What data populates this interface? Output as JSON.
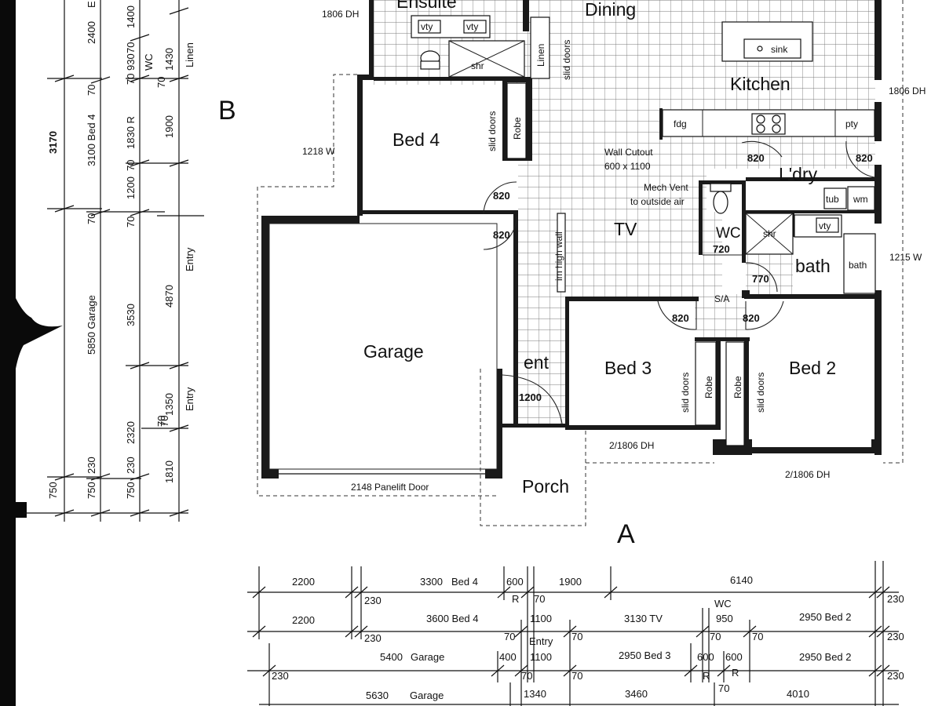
{
  "rooms": {
    "ensuite": "Ensuite",
    "dining": "Dining",
    "kitchen": "Kitchen",
    "bed4": "Bed 4",
    "garage": "Garage",
    "tv": "TV",
    "ldry": "L'dry",
    "wc": "WC",
    "bath": "bath",
    "bed3": "Bed 3",
    "bed2": "Bed 2",
    "ent": "ent",
    "porch": "Porch"
  },
  "section_markers": {
    "a": "A",
    "b": "B"
  },
  "fixtures": {
    "vty": "vty",
    "shr": "shr",
    "linen": "Linen",
    "slid_doors": "slid doors",
    "robe": "Robe",
    "sink": "sink",
    "fdg": "fdg",
    "pty": "pty",
    "tub": "tub",
    "wm": "wm",
    "bath_tub": "bath",
    "sa": "S/A"
  },
  "notes": {
    "wall_cutout_1": "Wall Cutout",
    "wall_cutout_2": "600 x 1100",
    "mech_vent_1": "Mech Vent",
    "mech_vent_2": "to outside air",
    "im_high_wall": "im high wall",
    "panelift": "2148 Panelift Door"
  },
  "windows": {
    "w1806_top": "1806 DH",
    "w1218": "1218 W",
    "w1806_right": "1806 DH",
    "w1215": "1215 W",
    "w2_1806_a": "2/1806 DH",
    "w2_1806_b": "2/1806 DH"
  },
  "doors": {
    "d820_a": "820",
    "d820_b": "820",
    "d820_c": "820",
    "d820_d": "820",
    "d820_e": "820",
    "d820_f": "820",
    "d720": "720",
    "d770": "770",
    "d1200": "1200"
  },
  "dims_left": {
    "c1": {
      "d2400": "2400",
      "e": "E",
      "d3170": "3170",
      "d3100": "3100 Bed 4",
      "d5850": "5850 Garage",
      "d750": "750"
    },
    "c2": {
      "d70a": "70",
      "d70b": "70",
      "d1830": "1830 R",
      "d70c": "70",
      "d3530": "3530",
      "d230": "230",
      "d750": "750",
      "d70d": "70"
    },
    "c3": {
      "d1400": "1400",
      "d930": "930",
      "d70a": "70",
      "d1200": "1200",
      "d70b": "70",
      "d2320": "2320",
      "d230": "230",
      "d750": "750",
      "d70c": "70"
    },
    "c4": {
      "wc": "WC",
      "d1430": "1430",
      "d70a": "70",
      "d1900": "1900",
      "d4870": "4870",
      "d1350": "1350",
      "d70b": "70",
      "d1810": "1810"
    },
    "c5": {
      "linen": "Linen",
      "entry_a": "Entry",
      "entry_b": "Entry"
    }
  },
  "dims_bottom": {
    "r1": {
      "a": "2200",
      "b": "3300",
      "b2": "Bed 4",
      "c": "600",
      "d": "1900",
      "e": "6140"
    },
    "r2": {
      "a": "230",
      "b": "R",
      "c": "70",
      "d": "WC",
      "e": "230"
    },
    "r3": {
      "a": "2200",
      "b": "3600 Bed 4",
      "c": "1100",
      "d": "3130 TV",
      "e": "950",
      "f": "2950 Bed 2"
    },
    "r4": {
      "a": "230",
      "b": "70",
      "c": "Entry",
      "d": "70",
      "e": "70",
      "f": "70",
      "g": "230"
    },
    "r5": {
      "a": "5400",
      "a2": "Garage",
      "b": "400",
      "c": "1100",
      "d": "2950 Bed 3",
      "e": "600",
      "f": "600",
      "g": "2950 Bed 2"
    },
    "r6": {
      "a": "230",
      "b": "70",
      "c": "70",
      "d": "R",
      "e": "R",
      "f": "230"
    },
    "r7": {
      "a": "5630",
      "a2": "Garage",
      "b": "1340",
      "c": "3460",
      "d": "70",
      "e": "4010"
    }
  }
}
